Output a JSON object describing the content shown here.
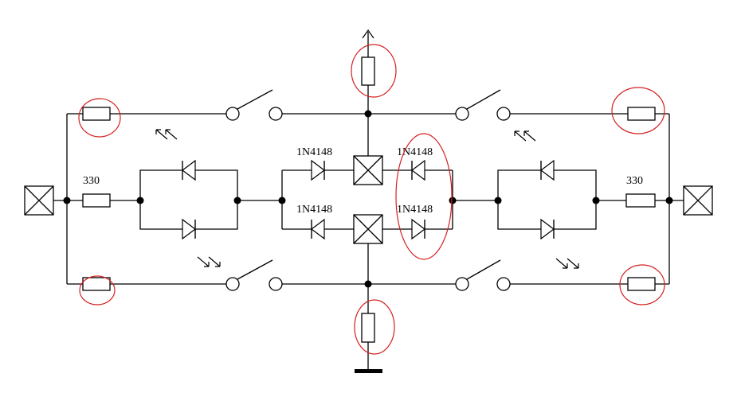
{
  "labels": {
    "resistor_left": "330",
    "resistor_right": "330",
    "diode_top_left": "1N4148",
    "diode_top_right": "1N4148",
    "diode_bottom_left": "1N4148",
    "diode_bottom_right": "1N4148"
  },
  "colors": {
    "wire": "#000000",
    "highlight": "#d42020",
    "background": "#ffffff"
  },
  "icons": [
    "connector-box-icon",
    "resistor-icon",
    "diode-icon",
    "switch-icon",
    "light-arrows-icon",
    "ground-icon",
    "supply-arrow-icon"
  ]
}
